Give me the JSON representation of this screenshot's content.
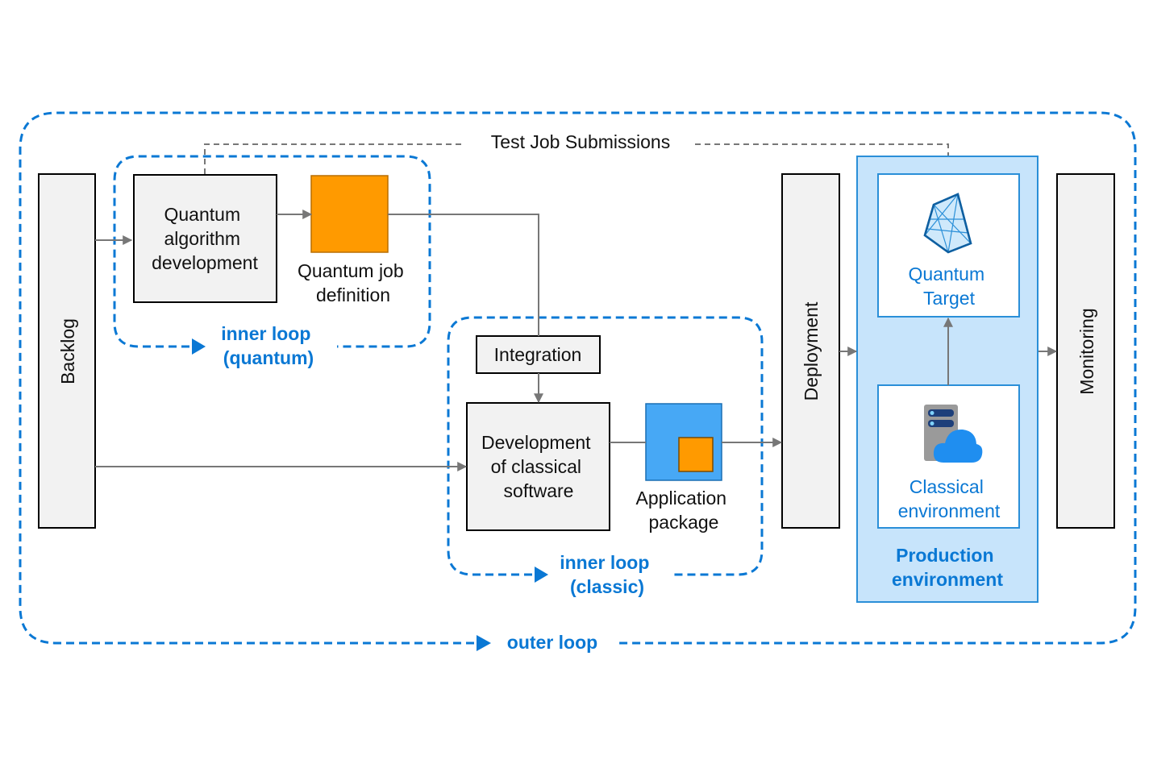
{
  "colors": {
    "loop_blue": "#0a78d4",
    "production_fill": "#c7e4fb",
    "production_border": "#2a8fd8",
    "package_blue": "#47a8f5",
    "orange": "#ff9a00",
    "box_fill": "#f2f2f2",
    "connector_gray": "#777777"
  },
  "icons": {
    "quantum_target": "quantum-prism-icon",
    "classical_environment": "server-cloud-icon"
  },
  "labels": {
    "test_job_submissions": "Test Job Submissions",
    "backlog": "Backlog",
    "quantum_algorithm_development": [
      "Quantum",
      "algorithm",
      "development"
    ],
    "quantum_job_definition": [
      "Quantum job",
      "definition"
    ],
    "inner_loop_quantum": [
      "inner loop",
      "(quantum)"
    ],
    "integration": "Integration",
    "development_classical_software": [
      "Development",
      "of classical",
      "software"
    ],
    "application_package": [
      "Application",
      "package"
    ],
    "inner_loop_classic": [
      "inner loop",
      "(classic)"
    ],
    "deployment": "Deployment",
    "quantum_target": [
      "Quantum",
      "Target"
    ],
    "classical_environment": [
      "Classical",
      "environment"
    ],
    "production_environment": [
      "Production",
      "environment"
    ],
    "monitoring": "Monitoring",
    "outer_loop": "outer loop"
  }
}
